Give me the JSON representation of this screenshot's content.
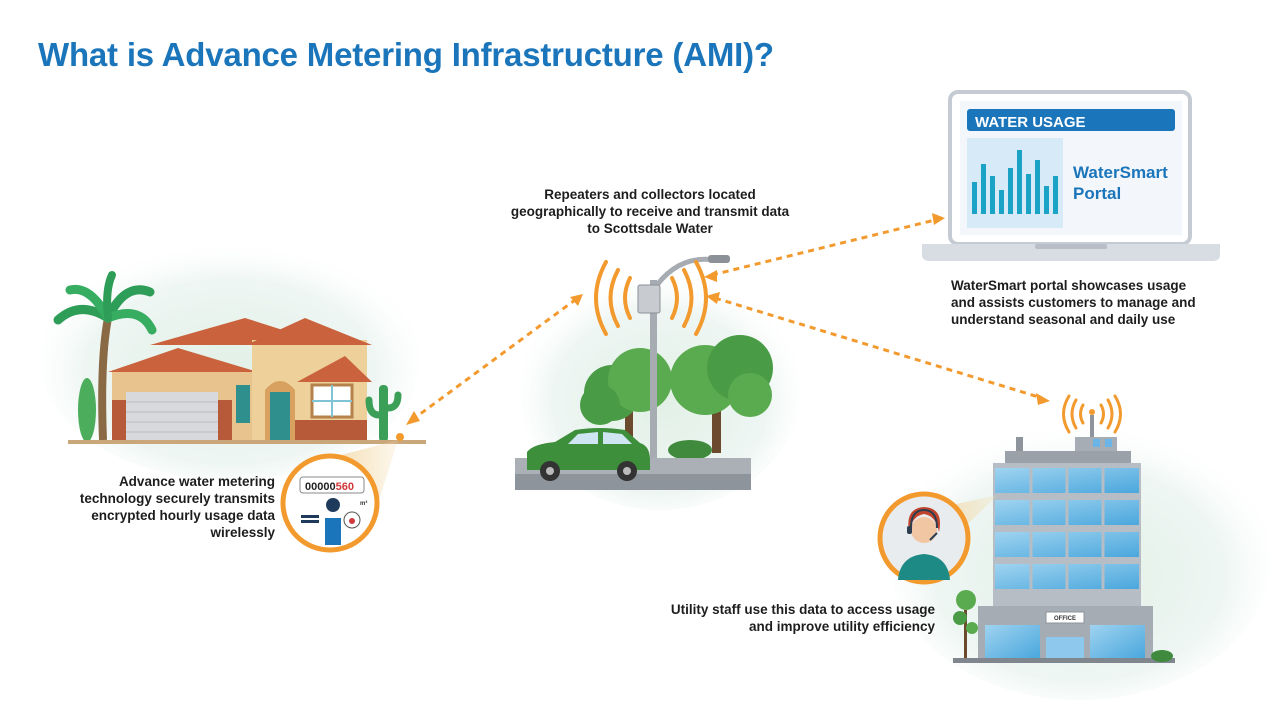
{
  "title": "What is Advance Metering Infrastructure (AMI)?",
  "captions": {
    "meter": "Advance water metering technology securely transmits encrypted hourly usage data wirelessly",
    "repeaters": "Repeaters and collectors located geographically to receive and transmit data to Scottsdale Water",
    "portal": "WaterSmart portal showcases usage and assists customers to manage and understand seasonal and daily use",
    "staff": "Utility staff use this data to access usage and improve utility efficiency"
  },
  "laptop": {
    "header": "WATER USAGE",
    "portal_line1": "WaterSmart",
    "portal_line2": "Portal"
  },
  "meter": {
    "reading_black": "00000",
    "reading_red": "560",
    "unit": "m³"
  },
  "building": {
    "sign": "OFFICE"
  },
  "colors": {
    "title": "#1b75bb",
    "link_arrows": "#f39a2e",
    "portal_blue": "#1b75bb",
    "bars": "#1aa3c4"
  },
  "icons": [
    "house-icon",
    "water-meter-icon",
    "wireless-signal-icon",
    "street-light-repeater-icon",
    "car-icon",
    "tree-icon",
    "laptop-icon",
    "office-building-icon",
    "call-center-agent-icon",
    "cactus-icon",
    "palm-tree-icon"
  ]
}
